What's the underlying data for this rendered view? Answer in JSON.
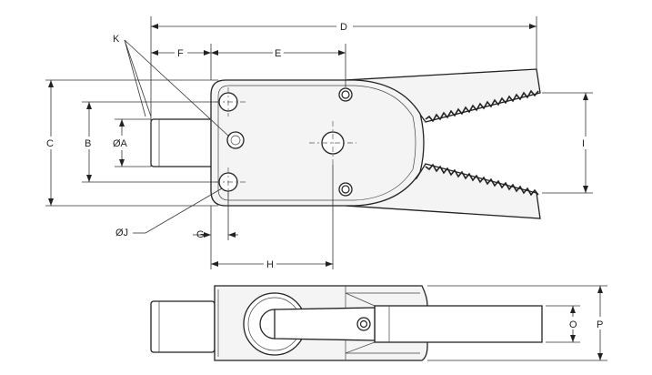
{
  "labels": {
    "D": "D",
    "E": "E",
    "F": "F",
    "K": "K",
    "C": "C",
    "B": "B",
    "A": "ØA",
    "I": "I",
    "J": "ØJ",
    "G": "G",
    "H": "H",
    "O": "O",
    "P": "P"
  }
}
